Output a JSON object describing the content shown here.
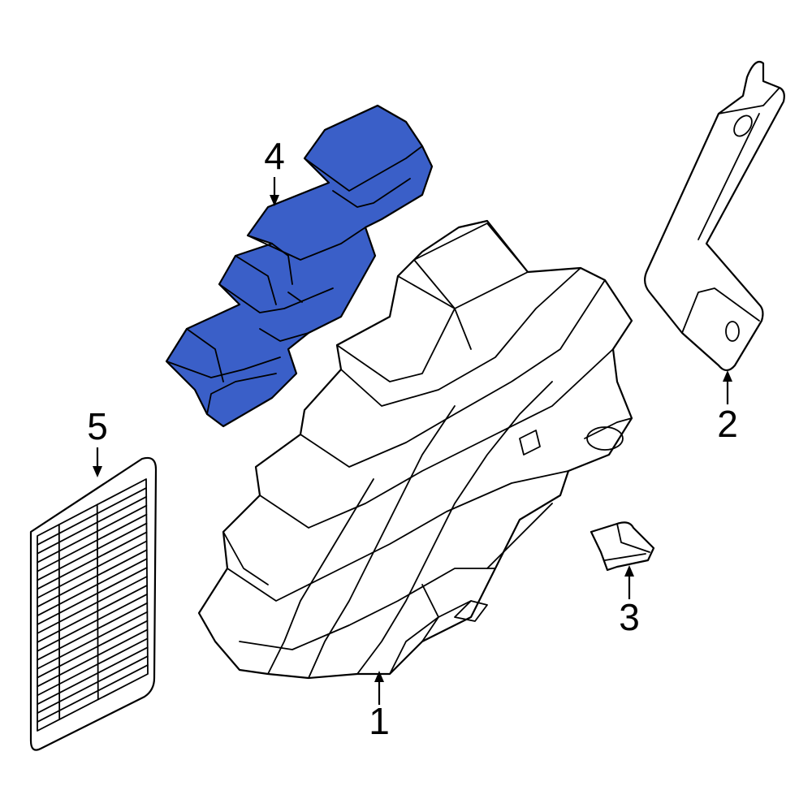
{
  "colors": {
    "highlight": "#3a5fc8",
    "line": "#000000",
    "background": "#ffffff"
  },
  "parts": [
    {
      "id": "part-1",
      "label": "1"
    },
    {
      "id": "part-2",
      "label": "2"
    },
    {
      "id": "part-3",
      "label": "3"
    },
    {
      "id": "part-4",
      "label": "4",
      "highlighted": true
    },
    {
      "id": "part-5",
      "label": "5"
    }
  ]
}
